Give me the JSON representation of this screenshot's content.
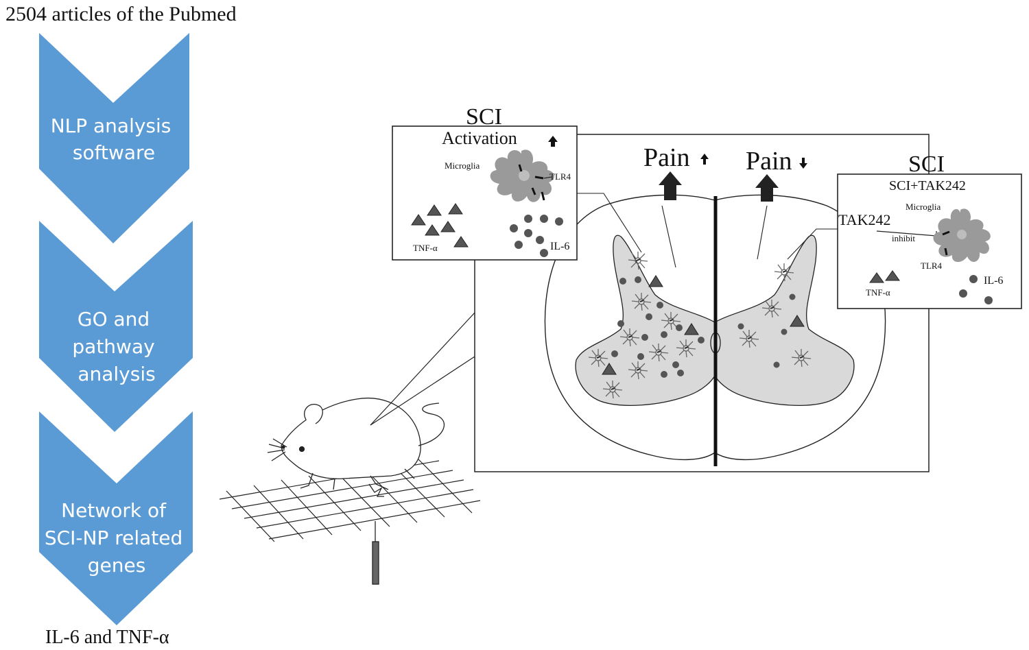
{
  "flowchart": {
    "top_text": "2504 articles of the Pubmed",
    "steps": [
      {
        "lines": [
          "NLP analysis",
          "software"
        ]
      },
      {
        "lines": [
          "GO and",
          "pathway",
          "analysis"
        ]
      },
      {
        "lines": [
          "Network of",
          "SCI-NP related",
          "genes"
        ]
      }
    ],
    "bottom_text": "IL-6 and TNF-α",
    "chevron_color": "#5b9bd5"
  },
  "left_panel": {
    "title": "SCI",
    "subtitle": "Activation",
    "microglia_label": "Microglia",
    "tlr4_label": "TLR4",
    "tnf_label": "TNF-α",
    "il6_label": "IL-6"
  },
  "right_panel": {
    "title": "SCI",
    "subtitle": "SCI+TAK242",
    "microglia_label": "Microglia",
    "tak_label": "TAK242",
    "inhibit_label": "inhibit",
    "tlr4_label": "TLR4",
    "tnf_label": "TNF-α",
    "il6_label": "IL-6"
  },
  "pain": {
    "left_label": "Pain",
    "right_label": "Pain"
  },
  "colors": {
    "grey_matter": "#d9d9d9",
    "microglia": "#9a9a9a",
    "marker": "#555555"
  }
}
